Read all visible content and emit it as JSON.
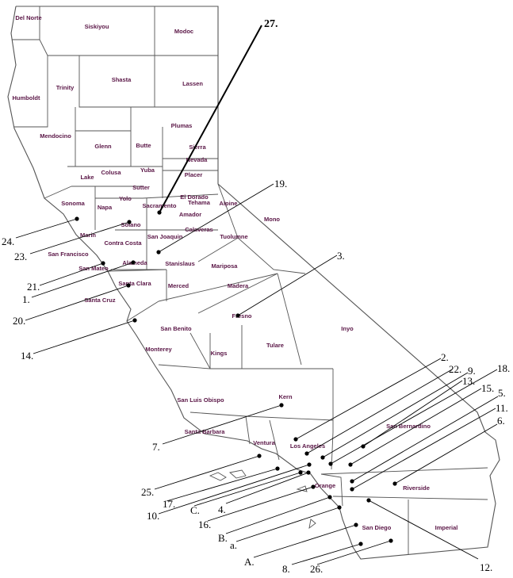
{
  "colors": {
    "county_label": "#5a1646",
    "border": "#555555",
    "callout": "#000000"
  },
  "counties": [
    "Del Norte",
    "Siskiyou",
    "Modoc",
    "Humboldt",
    "Trinity",
    "Shasta",
    "Lassen",
    "Mendocino",
    "Plumas",
    "Glenn",
    "Butte",
    "Sierra",
    "Nevada",
    "Colusa",
    "Yuba",
    "Lake",
    "Placer",
    "Sutter",
    "Yolo",
    "Napa",
    "El Dorado",
    "Tehama",
    "Sonoma",
    "Sacramento",
    "Amador",
    "Alpine",
    "Solano",
    "Marin",
    "San Joaquin",
    "Calaveras",
    "Tuolumne",
    "Mono",
    "Contra Costa",
    "San Francisco",
    "Alameda",
    "San Mateo",
    "Stanislaus",
    "Mariposa",
    "Santa Clara",
    "Merced",
    "Madera",
    "Santa Cruz",
    "Fresno",
    "Inyo",
    "San Benito",
    "Monterey",
    "Kings",
    "Tulare",
    "Kern",
    "San Luis Obispo",
    "Santa Barbara",
    "Ventura",
    "Los Angeles",
    "San Bernardino",
    "Riverside",
    "Orange",
    "San Diego",
    "Imperial"
  ],
  "callouts": [
    "27.",
    "19.",
    "24.",
    "23.",
    "21.",
    "1.",
    "20.",
    "3.",
    "14.",
    "2.",
    "22.",
    "9.",
    "18.",
    "13.",
    "15.",
    "5.",
    "11.",
    "6.",
    "7.",
    "25.",
    "17.",
    "10.",
    "C.",
    "4.",
    "16.",
    "B.",
    "a.",
    "A.",
    "8.",
    "26.",
    "12."
  ]
}
